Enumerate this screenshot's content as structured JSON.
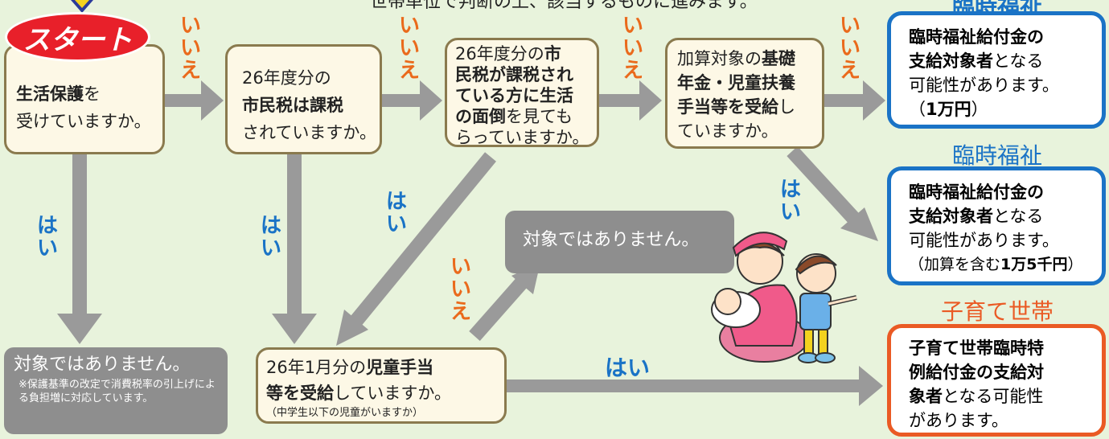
{
  "top_caption": "世帯単位で判断の上、該当するものに進みます。",
  "start_label": "スタート",
  "yes_label": "はい",
  "no_label": "いいえ",
  "q1": {
    "bold": "生活保護",
    "rest1": "を",
    "rest2": "受けていますか。"
  },
  "q2": {
    "line1": "26年度分の",
    "bold": "市民税は課税",
    "line3": "されていますか。"
  },
  "q3": {
    "l1a": "26年度分の",
    "l1b": "市",
    "l2": "民税が課税され",
    "l3": "ている方に生活",
    "l4a": "の面倒",
    "l4b": "を見ても",
    "l5": "らっていますか。"
  },
  "q4": {
    "l1a": "加算対象の",
    "l1b": "基礎",
    "l2": "年金・児童扶養",
    "l3a": "手当等を受給",
    "l3b": "し",
    "l4": "ていますか。"
  },
  "q5": {
    "a": "26年1月分の",
    "b": "児童手当",
    "c": "等を受給",
    "d": "していますか。",
    "note": "（中学生以下の児童がいますか）"
  },
  "not_eligible": "対象ではありません。",
  "not_eligible_note": "※保護基準の改定で消費税率の引上げによる負担増に対応しています。",
  "r1": {
    "title": "臨時福祉",
    "l1": "臨時福祉給付金の",
    "l2a": "支給対象者",
    "l2b": "となる",
    "l3": "可能性があります。",
    "l4a": "（",
    "l4b": "1万円",
    "l4c": "）"
  },
  "r2": {
    "title": "臨時福祉",
    "l1": "臨時福祉給付金の",
    "l2a": "支給対象者",
    "l2b": "となる",
    "l3": "可能性があります。",
    "l4a": "（加算を含む",
    "l4b": "1万5千円",
    "l4c": "）"
  },
  "r3": {
    "title": "子育て世帯",
    "l1": "子育て世帯臨時特",
    "l2": "例給付金の支給対",
    "l3a": "象者",
    "l3b": "となる可能性",
    "l4": "があります。"
  },
  "colors": {
    "background": "#e8f3dc",
    "arrow": "#9a9a9a",
    "no": "#ea6a1c",
    "yes": "#1a73c6",
    "blue_border": "#1a73c6",
    "orange_border": "#ea5a24",
    "start": "#e8202a"
  }
}
